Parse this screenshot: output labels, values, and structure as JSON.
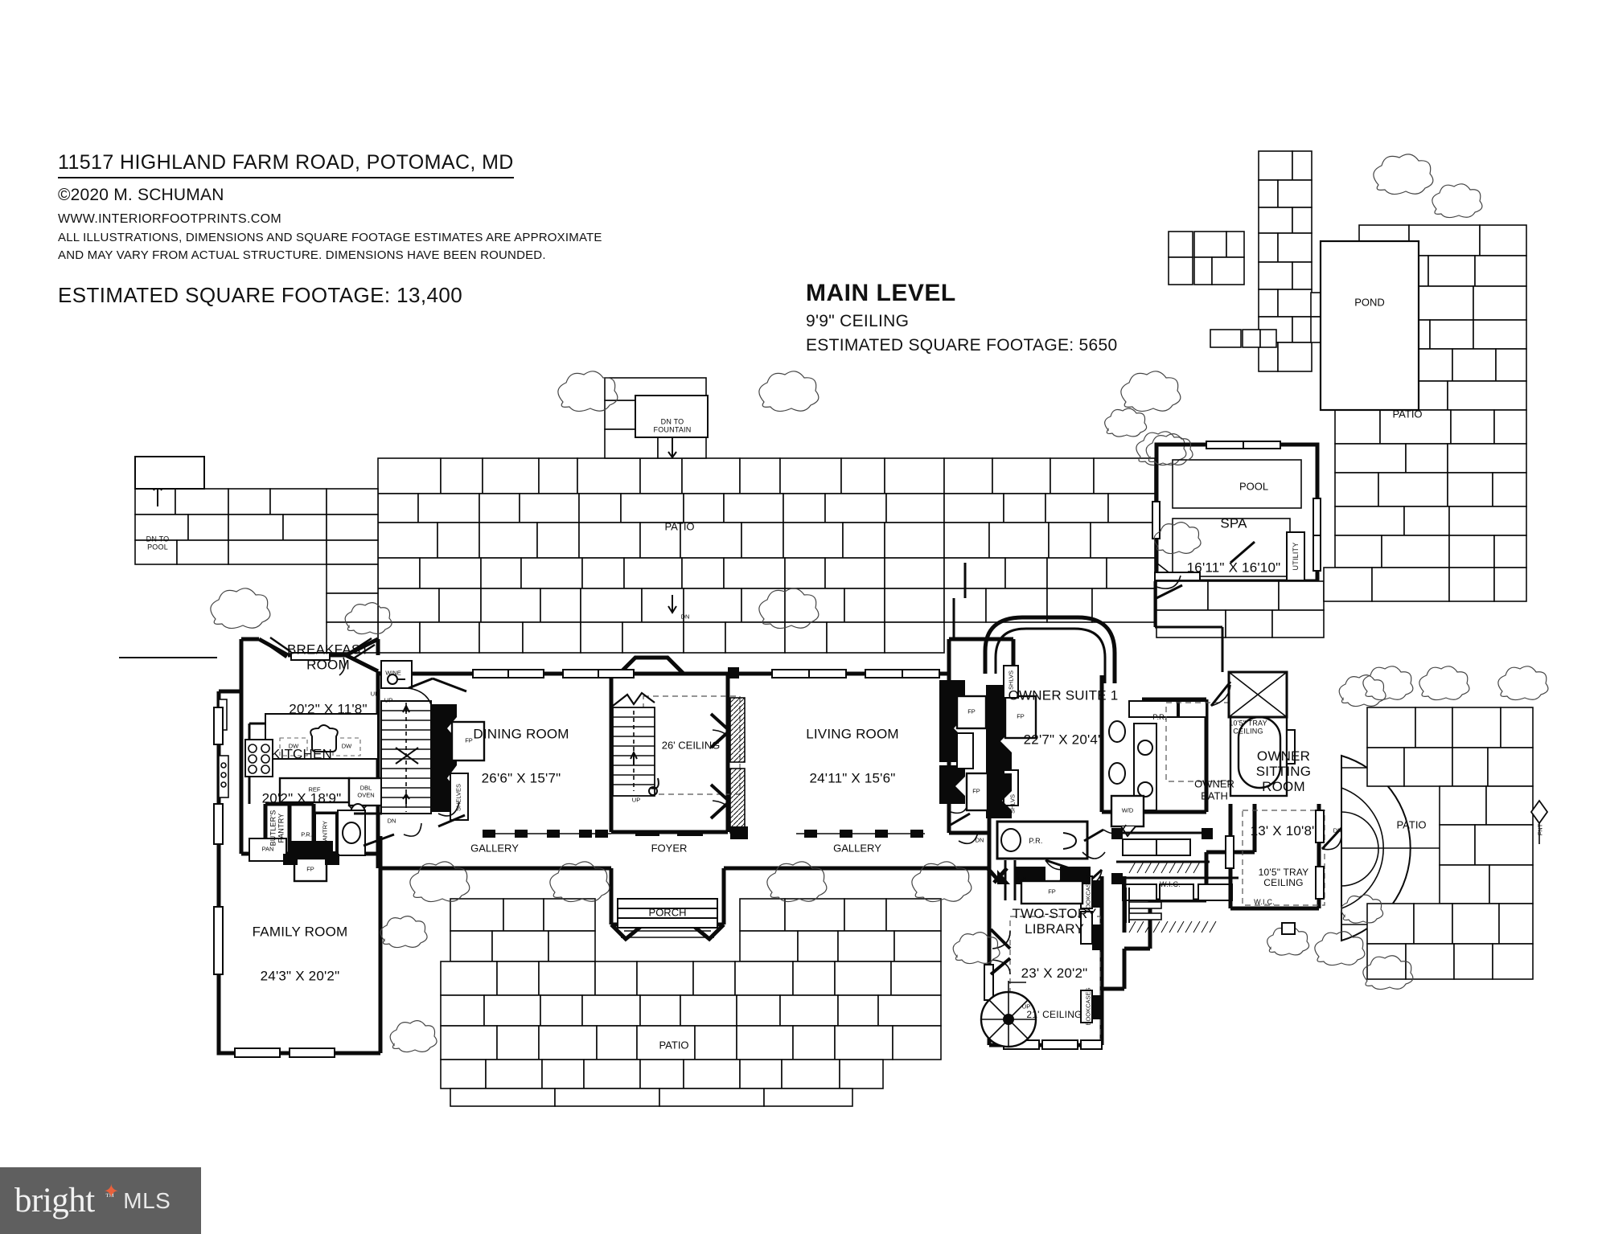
{
  "header": {
    "title": "11517 HIGHLAND FARM ROAD, POTOMAC, MD",
    "copyright": "©2020 M. SCHUMAN",
    "website": "WWW.INTERIORFOOTPRINTS.COM",
    "disclaimer_line1": "ALL ILLUSTRATIONS, DIMENSIONS AND SQUARE FOOTAGE ESTIMATES ARE APPROXIMATE",
    "disclaimer_line2": "AND MAY VARY FROM ACTUAL STRUCTURE. DIMENSIONS HAVE BEEN ROUNDED.",
    "total_sqft": "ESTIMATED SQUARE FOOTAGE: 13,400"
  },
  "level": {
    "name": "MAIN LEVEL",
    "ceiling": "9'9\" CEILING",
    "sqft": "ESTIMATED SQUARE FOOTAGE: 5650"
  },
  "rooms": [
    {
      "name": "BREAKFAST\nROOM",
      "dim": "20'2\" X 11'8\"",
      "sub": ""
    },
    {
      "name": "KITCHEN",
      "dim": "20'2\" X 18'9\"",
      "sub": ""
    },
    {
      "name": "FAMILY ROOM",
      "dim": "24'3\" X 20'2\"",
      "sub": ""
    },
    {
      "name": "DINING ROOM",
      "dim": "26'6\" X 15'7\"",
      "sub": ""
    },
    {
      "name": "LIVING ROOM",
      "dim": "24'11\" X 15'6\"",
      "sub": ""
    },
    {
      "name": "OWNER SUITE 1",
      "dim": "22'7\" X 20'4\"",
      "sub": ""
    },
    {
      "name": "OWNER\nSITTING\nROOM",
      "dim": "13' X 10'8\"",
      "sub": "10'5\" TRAY\nCEILING"
    },
    {
      "name": "TWO-STORY\nLIBRARY",
      "dim": "23' X 20'2\"",
      "sub": "21' CEILING"
    },
    {
      "name": "SPA",
      "dim": "16'11\" X 16'10\"",
      "sub": ""
    }
  ],
  "areas": {
    "foyer": "FOYER",
    "gallery_left": "GALLERY",
    "gallery_right": "GALLERY",
    "porch": "PORCH",
    "owner_bath": "OWNER\nBATH",
    "patio_top": "PATIO",
    "patio_bottom": "PATIO",
    "patio_right": "PATIO",
    "patio_far_right": "PATIO",
    "pool": "POOL",
    "pond": "POND",
    "utility": "UTILITY",
    "butlers_pantry": "BUTLER'S\nPANTRY",
    "pantry": "PANTRY"
  },
  "annotations": {
    "foyer_ceiling": "26' CEILING",
    "tray_ceiling_bath": "10'5\" TRAY\nCEILING",
    "dn_to_fountain": "DN TO\nFOUNTAIN",
    "dn_to_pool": "DN TO\nPOOL",
    "dn": "DN",
    "up": "UP",
    "pr": "P.R.",
    "fp": "FP",
    "wic": "W.I.C.",
    "bookcases": "BOOKCASES",
    "shelves": "SHELVES",
    "shlvs": "SHLVS",
    "wine": "WINE",
    "ref": "REF",
    "dbl_oven": "DBL\nOVEN",
    "dw": "DW",
    "pan": "PAN",
    "wd": "W/D",
    "fnt": "FNT"
  },
  "footer": {
    "logo_word": "bright",
    "logo_tm": "™",
    "logo_suffix": "MLS",
    "logo_bg": "#5f5f5f",
    "logo_accent": "#e8613c"
  },
  "colors": {
    "ink": "#0a0a0a",
    "paper": "#ffffff"
  }
}
